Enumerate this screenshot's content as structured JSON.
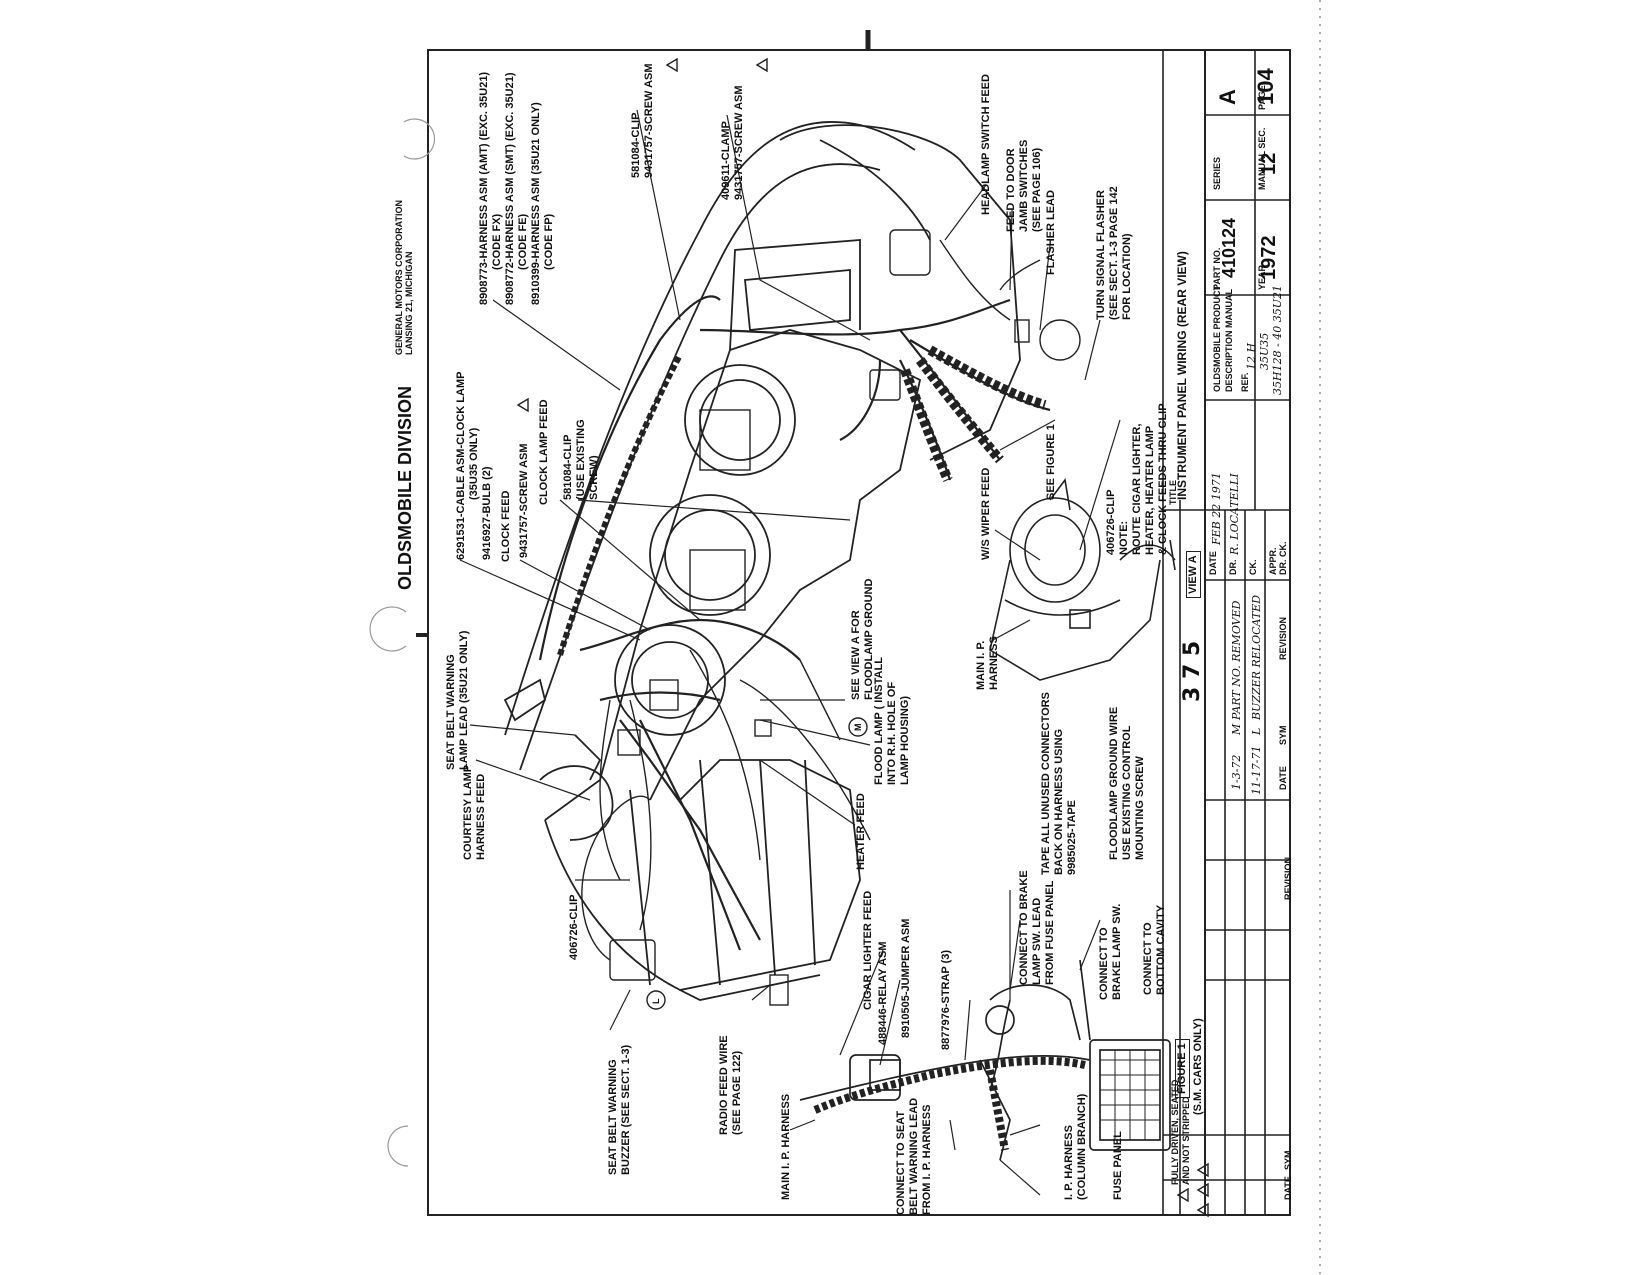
{
  "header": {
    "division": "OLDSMOBILE DIVISION",
    "corp_line1": "GENERAL MOTORS CORPORATION",
    "corp_line2": "LANSING 21, MICHIGAN"
  },
  "callouts": {
    "harness_1": "8908773-HARNESS ASM (AMT) (EXC. 35U21)",
    "harness_1_code": "(CODE FX)",
    "harness_2": "8908772-HARNESS ASM (SMT) (EXC. 35U21)",
    "harness_2_code": "(CODE FE)",
    "harness_3": "8910399-HARNESS ASM (35U21 ONLY)",
    "harness_3_code": "(CODE FP)",
    "clip_581084_top": "581084-CLIP",
    "screw_top": "9431757-SCREW ASM",
    "clamp": "409611-CLAMP",
    "screw_clamp": "9431757-SCREW ASM",
    "headlamp_feed": "HEADLAMP SWITCH FEED",
    "door_jamb_1": "FEED TO DOOR",
    "door_jamb_2": "JAMB SWITCHES",
    "door_jamb_3": "(SEE PAGE 106)",
    "flasher_lead": "FLASHER LEAD",
    "turn_signal_1": "TURN SIGNAL FLASHER",
    "turn_signal_2": "(SEE SECT. 1-3 PAGE 142",
    "turn_signal_3": "FOR LOCATION)",
    "clock_cable_1": "6291531-CABLE ASM-CLOCK LAMP",
    "clock_cable_2": "(35U35 ONLY)",
    "bulb": "9416927-BULB (2)",
    "clock_feed": "CLOCK FEED",
    "screw_clock": "9431757-SCREW ASM",
    "clock_lamp_feed": "CLOCK LAMP FEED",
    "clip_581084_mid_1": "581084-CLIP",
    "clip_581084_mid_2": "(USE EXISTING",
    "clip_581084_mid_3": "SCREW)",
    "see_figure": "SEE FIGURE 1",
    "clip_406726_mid": "406726-CLIP",
    "note_1": "NOTE:",
    "note_2": "ROUTE CIGAR LIGHTER,",
    "note_3": "HEATER, HEATER LAMP",
    "note_4": "& CLOCK FEEDS THRU CLIP",
    "ws_wiper": "W/S WIPER FEED",
    "main_ip_view_1": "MAIN I. P.",
    "main_ip_view_2": "HARNESS",
    "view_a": "VIEW A",
    "seat_belt_lamp_1": "SEAT BELT WARNING",
    "seat_belt_lamp_2": "LAMP LEAD (35U21 ONLY)",
    "see_view_a_1": "SEE VIEW A FOR",
    "see_view_a_2": "FLOODLAMP GROUND",
    "flood_lamp_1": "FLOOD LAMP ( INSTALL",
    "flood_lamp_2": "INTO R.H. HOLE OF",
    "flood_lamp_3": "LAMP HOUSING)",
    "courtesy_1": "COURTESY LAMP",
    "courtesy_2": "HARNESS FEED",
    "heater_feed": "HEATER FEED",
    "tape_1": "TAPE ALL UNUSED CONNECTORS",
    "tape_2": "BACK ON HARNESS USING",
    "tape_3": "9985025-TAPE",
    "floodlamp_gnd_1": "FLOODLAMP GROUND WIRE",
    "floodlamp_gnd_2": "USE EXISTING CONTROL",
    "floodlamp_gnd_3": "MOUNTING SCREW",
    "handwritten_number": "3 7 5",
    "clip_406726_bottom": "406726-CLIP",
    "cigar_feed": "CIGAR LIGHTER FEED",
    "relay": "488446-RELAY ASM",
    "jumper": "8910505-JUMPER ASM",
    "strap": "8877976-STRAP (3)",
    "connect_brake_1": "CONNECT TO BRAKE",
    "connect_brake_2": "LAMP SW. LEAD",
    "connect_brake_3": "FROM FUSE PANEL",
    "connect_brake_sw_1": "CONNECT TO",
    "connect_brake_sw_2": "BRAKE LAMP SW.",
    "connect_bottom_1": "CONNECT TO",
    "connect_bottom_2": "BOTTOM CAVITY",
    "buzzer_1": "SEAT BELT WARNING",
    "buzzer_2": "BUZZER (SEE SECT. 1-3)",
    "radio_1": "RADIO FEED WIRE",
    "radio_2": "(SEE PAGE 122)",
    "main_ip_harness": "MAIN I. P. HARNESS",
    "connect_seat_1": "CONNECT TO SEAT",
    "connect_seat_2": "BELT WARNING LEAD",
    "connect_seat_3": "FROM I. P. HARNESS",
    "ip_harness_col_1": "I. P. HARNESS",
    "ip_harness_col_2": "(COLUMN BRANCH)",
    "fuse_panel": "FUSE PANEL",
    "figure_1": "FIGURE 1",
    "sm_cars": "(S.M. CARS ONLY)",
    "fully_driven_1": "FULLY DRIVEN, SEATED",
    "fully_driven_2": "AND NOT STRIPPED",
    "marker_l": "L",
    "marker_m": "M"
  },
  "title_block": {
    "title": "INSTRUMENT PANEL WIRING (REAR VIEW)",
    "title_label": "TITLE",
    "product_label": "OLDSMOBILE PRODUCT",
    "product_label_2": "DESCRIPTION MANUAL",
    "part_no_label": "PART NO.",
    "part_no": "410124",
    "series_label": "SERIES",
    "series": "A",
    "ref_label": "REF.",
    "ref_1": "12 H",
    "ref_2": "35U35",
    "ref_3": "35H128 - 40  35U21",
    "year_label": "YEAR",
    "year": "1972",
    "manual_sec_label": "MANUAL SEC.",
    "manual_sec": "12",
    "page_label": "PAGE",
    "page": "104",
    "date_label": "DATE",
    "date": "FEB 22 1971",
    "dr_label": "DR.",
    "dr": "R. LOCATELLI",
    "ck_label": "CK.",
    "appr_label": "APPR.",
    "dr_ck_label": "DR. CK.",
    "rev_m_date": "1-3-72",
    "rev_m_sym": "M",
    "rev_m_text": "PART NO. REMOVED",
    "rev_l_date": "11-17-71",
    "rev_l_sym": "L",
    "rev_l_text": "BUZZER RELOCATED",
    "rev_col_revision": "REVISION",
    "rev_col_date": "DATE",
    "rev_col_sym": "SYM"
  }
}
